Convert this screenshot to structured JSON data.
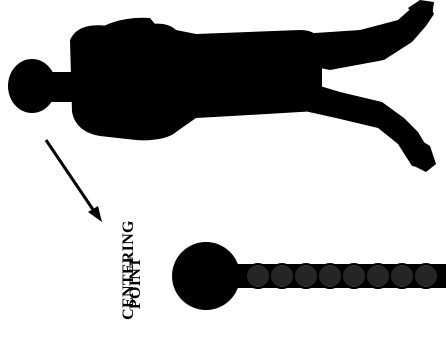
{
  "diagram": {
    "label": {
      "line1": "CENTERING",
      "line2": "POINT"
    },
    "colors": {
      "ink": "#000000",
      "bead": "#3a3a3a",
      "background": "#ffffff"
    },
    "elements": [
      "person-silhouette",
      "pointer-arrow",
      "centering-point-circle",
      "rod-with-beads"
    ]
  }
}
